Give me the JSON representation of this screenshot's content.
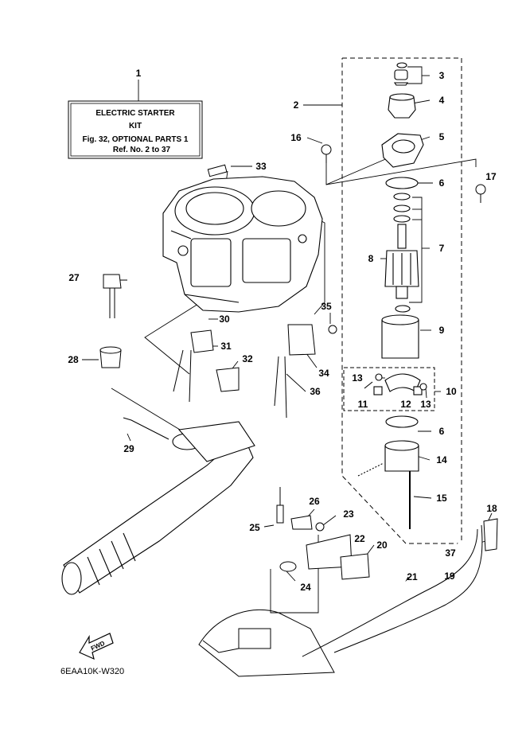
{
  "title_box": {
    "line1": "ELECTRIC STARTER",
    "line2": "KIT",
    "line3": "Fig. 32, OPTIONAL PARTS 1",
    "line4": "Ref. No. 2 to 37"
  },
  "callouts": {
    "c1": "1",
    "c2": "2",
    "c3": "3",
    "c4": "4",
    "c5": "5",
    "c6a": "6",
    "c6b": "6",
    "c7": "7",
    "c8": "8",
    "c9": "9",
    "c10": "10",
    "c11": "11",
    "c12": "12",
    "c13a": "13",
    "c13b": "13",
    "c14": "14",
    "c15": "15",
    "c16": "16",
    "c17": "17",
    "c18": "18",
    "c19": "19",
    "c20": "20",
    "c21": "21",
    "c22": "22",
    "c23": "23",
    "c24": "24",
    "c25": "25",
    "c26": "26",
    "c27": "27",
    "c28": "28",
    "c29": "29",
    "c30": "30",
    "c31": "31",
    "c32": "32",
    "c33": "33",
    "c34": "34",
    "c35": "35",
    "c36": "36",
    "c37": "37"
  },
  "fwd_label": "FWD",
  "diagram_code": "6EAA10K-W320"
}
